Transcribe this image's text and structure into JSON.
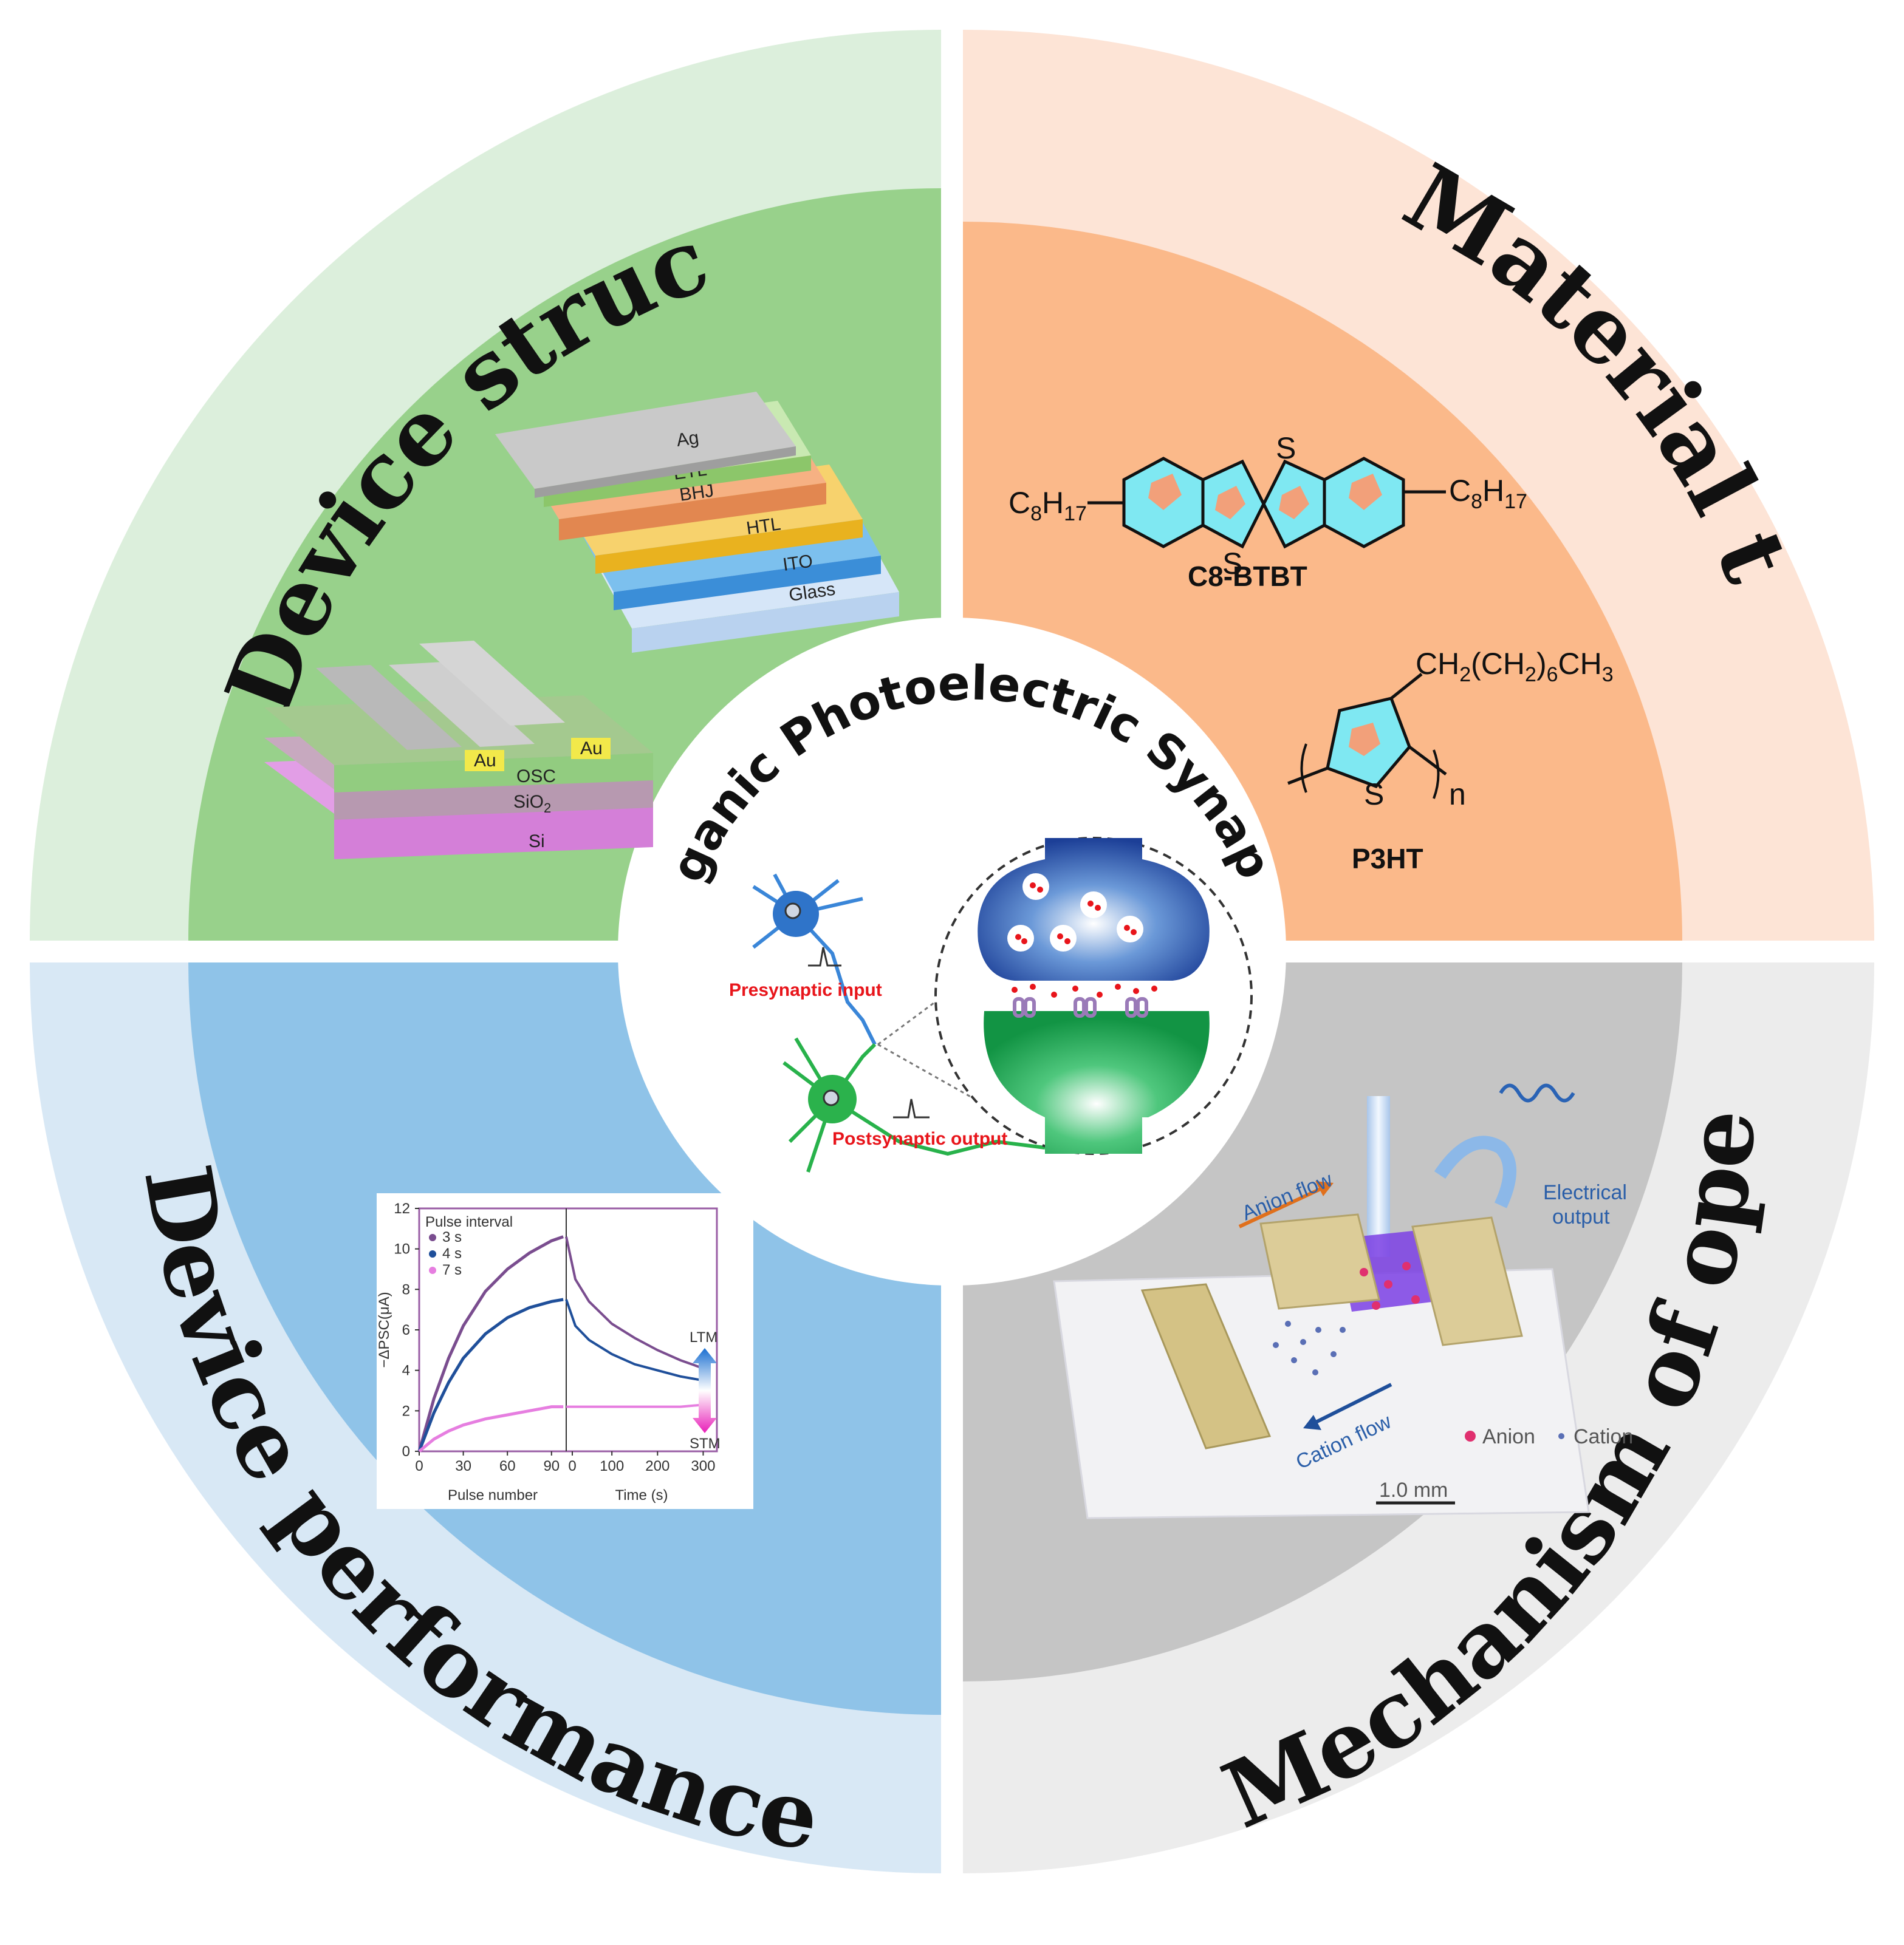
{
  "colors": {
    "outer_tl": "#dcefdc",
    "inner_tl": "#98d18b",
    "outer_tr": "#fde4d6",
    "inner_tr": "#fbb98a",
    "outer_bl": "#d8e8f5",
    "inner_bl": "#8fc3e8",
    "outer_br": "#ececec",
    "inner_br": "#c5c5c5"
  },
  "quadrants": {
    "device_structure": "Device structure type",
    "material_types": "Material types",
    "performance_metrics": "Device performance metrics",
    "mechanism": "Mechanism of operation"
  },
  "center": {
    "title": "Organic Photoelectric Synaptic",
    "presynaptic": "Presynaptic input",
    "postsynaptic": "Postsynaptic output"
  },
  "stack_layers": [
    "Ag",
    "ETL",
    "BHJ",
    "HTL",
    "ITO",
    "Glass"
  ],
  "transistor": {
    "electrode_left": "Au",
    "electrode_right": "Au",
    "osc": "OSC",
    "sio2_base": "SiO",
    "sio2_sub": "2",
    "si": "Si"
  },
  "chemistry": {
    "c8_left_base": "C",
    "c8_left_sub1": "8",
    "c8_left_mid": "H",
    "c8_left_sub2": "17",
    "c8_right_base": "C",
    "c8_right_sub1": "8",
    "c8_right_mid": "H",
    "c8_right_sub2": "17",
    "s_top": "S",
    "s_bottom": "S",
    "name1": "C8-BTBT",
    "p3ht_chain": "CH",
    "p3ht_sub1": "2",
    "p3ht_paren": "(CH",
    "p3ht_sub2": "2",
    "p3ht_close": ")",
    "p3ht_sub3": "6",
    "p3ht_end": "CH",
    "p3ht_sub4": "3",
    "s_ring": "S",
    "n_label": "n",
    "name2": "P3HT"
  },
  "mechanism": {
    "anion_flow": "Anion flow",
    "cation_flow": "Cation flow",
    "electrical": "Electrical",
    "output": "output",
    "legend_anion": "Anion",
    "legend_cation": "Cation",
    "scale": "1.0 mm"
  },
  "chart_data": {
    "type": "line",
    "title": "Pulse interval",
    "xlabel_left": "Pulse number",
    "xlabel_right": "Time (s)",
    "ylabel": "−ΔPSC(μA)",
    "ylim": [
      0,
      12
    ],
    "yticks": [
      "0",
      "2",
      "4",
      "6",
      "8",
      "10",
      "12"
    ],
    "xticks_left": [
      "0",
      "30",
      "60",
      "90"
    ],
    "xticks_right": [
      "0",
      "100",
      "200",
      "300"
    ],
    "xlim_left": [
      0,
      100
    ],
    "xlim_right": [
      0,
      330
    ],
    "ltm": "LTM",
    "stm": "STM",
    "series": [
      {
        "name": "3 s",
        "color": "#7a4d8f",
        "pulse_x": [
          0,
          10,
          20,
          30,
          45,
          60,
          75,
          90,
          98
        ],
        "pulse_y": [
          0,
          2.6,
          4.6,
          6.2,
          7.9,
          9.0,
          9.8,
          10.4,
          10.6
        ],
        "time_x": [
          0,
          20,
          50,
          100,
          150,
          200,
          250,
          300
        ],
        "time_y": [
          10.6,
          8.5,
          7.4,
          6.3,
          5.6,
          5.0,
          4.5,
          4.1
        ]
      },
      {
        "name": "4 s",
        "color": "#1f4f9a",
        "pulse_x": [
          0,
          10,
          20,
          30,
          45,
          60,
          75,
          90,
          98
        ],
        "pulse_y": [
          0,
          1.9,
          3.4,
          4.6,
          5.8,
          6.6,
          7.1,
          7.4,
          7.5
        ],
        "time_x": [
          0,
          20,
          50,
          100,
          150,
          200,
          250,
          300
        ],
        "time_y": [
          7.5,
          6.2,
          5.5,
          4.8,
          4.3,
          4.0,
          3.7,
          3.5
        ]
      },
      {
        "name": "7 s",
        "color": "#e67ee0",
        "pulse_x": [
          0,
          10,
          20,
          30,
          45,
          60,
          75,
          90,
          98
        ],
        "pulse_y": [
          0,
          0.6,
          1.0,
          1.3,
          1.6,
          1.8,
          2.0,
          2.2,
          2.2
        ],
        "time_x": [
          0,
          50,
          100,
          150,
          200,
          250,
          300
        ],
        "time_y": [
          2.2,
          2.2,
          2.2,
          2.2,
          2.2,
          2.2,
          2.3
        ]
      }
    ]
  }
}
